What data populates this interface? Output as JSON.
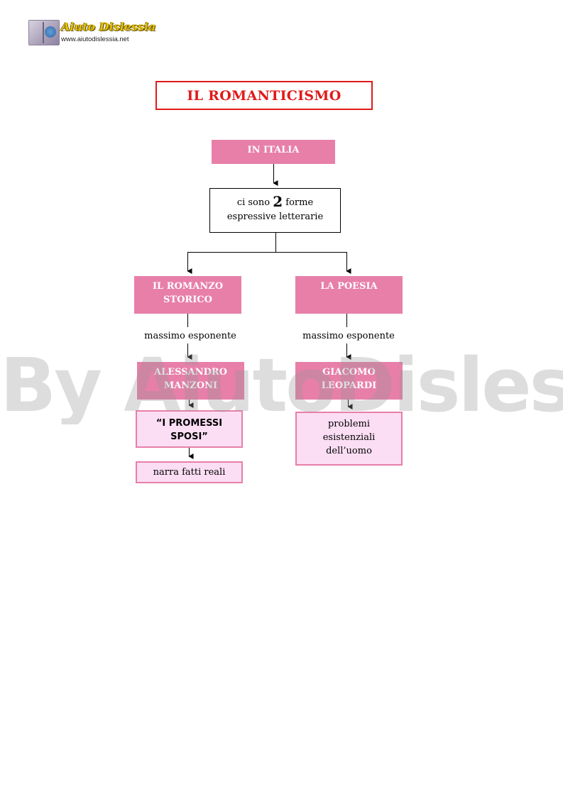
{
  "logo": {
    "title": "Aiuto Dislessia",
    "url": "www.aiutodislessia.net"
  },
  "title": "IL ROMANTICISMO",
  "nodes": {
    "italia": "IN ITALIA",
    "forme_pre": "ci sono",
    "forme_num": "2",
    "forme_post": "forme",
    "forme_line2": "espressive letterarie",
    "romanzo_line1": "IL ROMANZO",
    "romanzo_line2": "STORICO",
    "poesia": "LA POESIA",
    "label_left": "massimo esponente",
    "label_right": "massimo esponente",
    "manzoni_line1": "ALESSANDRO",
    "manzoni_line2": "MANZONI",
    "leopardi_line1": "GIACOMO",
    "leopardi_line2": "LEOPARDI",
    "sposi_line1": "“I PROMESSI",
    "sposi_line2": "SPOSI”",
    "reali": "narra fatti reali",
    "problemi_line1": "problemi",
    "problemi_line2": "esistenziali",
    "problemi_line3": "dell’uomo"
  },
  "watermark": "By AiutoDislessia.net",
  "colors": {
    "title_red": "#e01a1a",
    "pink": "#e77fa9",
    "light_pink": "#fbdef4"
  }
}
